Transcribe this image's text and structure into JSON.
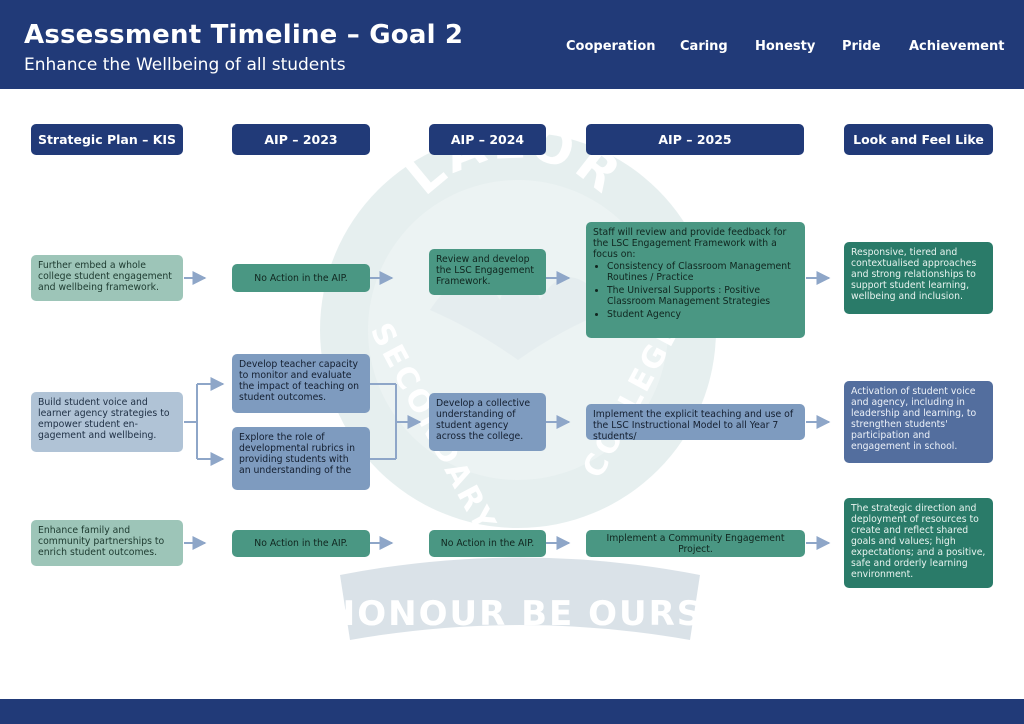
{
  "header": {
    "title": "Assessment Timeline – Goal 2",
    "subtitle": "Enhance the Wellbeing of all students",
    "values": [
      "Cooperation",
      "Caring",
      "Honesty",
      "Pride",
      "Achievement"
    ]
  },
  "watermark": {
    "top_text": "LALOR",
    "left_text": "SECONDARY",
    "right_text": "COLLEGE",
    "motto": "HONOUR BE OURS"
  },
  "columns": [
    "Strategic Plan – KIS",
    "AIP – 2023",
    "AIP – 2024",
    "AIP – 2025",
    "Look and Feel Like"
  ],
  "rows": {
    "r1": {
      "kis": "Further embed a whole college student engagement and wellbeing framework.",
      "aip2023": "No Action in the AIP.",
      "aip2024": "Review and develop the LSC Engagement Framework.",
      "aip2025_intro": "Staff will review and provide feedback for the LSC Engagement Framework with a focus on:",
      "aip2025_bullets": [
        "Consistency of Classroom Management Routines / Practice",
        "The Universal Supports : Positive Classroom Management Strategies",
        "Student Agency"
      ],
      "look": "Responsive, tiered and contextualised approaches and strong relationships to support student learning, wellbeing and inclusion."
    },
    "r2": {
      "kis": "Build student voice and learner agency strategies to empower student en-gagement and wellbeing.",
      "aip2023_a": "Develop teacher capacity to monitor and evaluate the impact of teaching on student outcomes.",
      "aip2023_b": "Explore the role of developmental rubrics in providing students with an understanding of the",
      "aip2024": "Develop a collective understanding of student agency across the college.",
      "aip2025": "Implement the explicit teaching and use of the LSC Instructional Model to all Year 7 students/",
      "look": "Activation of student voice and agency, including in leadership and learning, to strengthen students' participation and engagement in school."
    },
    "r3": {
      "kis": "Enhance family and community partnerships to enrich student outcomes.",
      "aip2023": "No Action in the AIP.",
      "aip2024": "No Action in the AIP.",
      "aip2025": "Implement a Community Engagement Project.",
      "look": "The strategic direction and deployment of resources to create and reflect shared goals and values; high expectations; and a positive, safe and orderly learning environment."
    }
  },
  "colors": {
    "header": "#213a78",
    "sage": "#9dc5b8",
    "teal": "#4a9783",
    "dark_teal": "#2a7b69",
    "slate": "#b0c3d6",
    "steel": "#7e9bbf",
    "navy": "#536e9e",
    "arrow": "#8ea6c8"
  }
}
